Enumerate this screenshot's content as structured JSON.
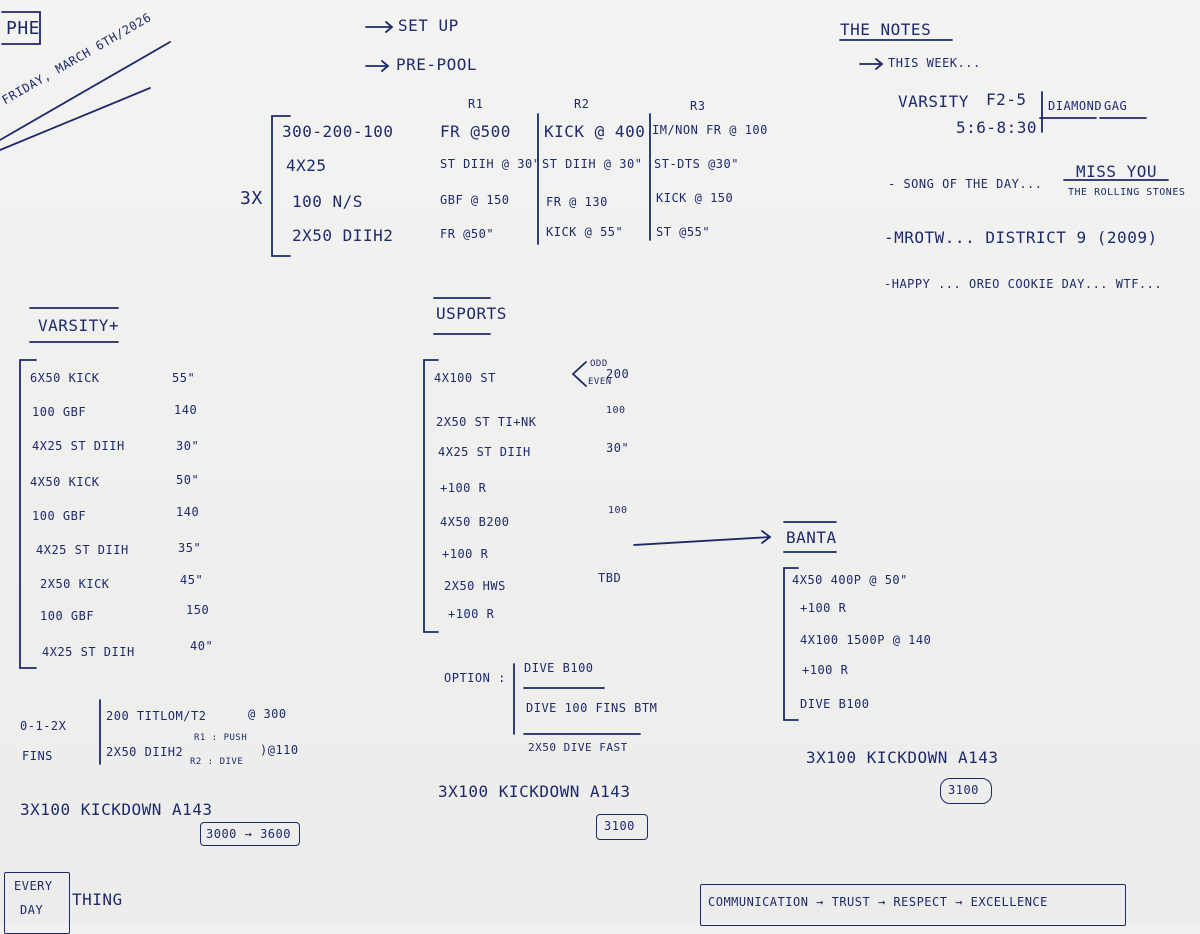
{
  "header": {
    "tag": "PHE",
    "date": "FRIDAY, MARCH 6th/2026",
    "setup": "SET UP",
    "prepool": "PRE-POOL"
  },
  "notes": {
    "title": "THE NOTES",
    "this_week": "THIS WEEK...",
    "varsity_label": "VARSITY",
    "varsity_f": "F2-5",
    "varsity_time": "5:6-8:30",
    "diamond": "DIAMOND",
    "gag": "GAG",
    "song_label": "- SONG OF THE DAY...",
    "song_title": "MISS YOU",
    "song_artist": "THE ROLLING STONES",
    "mrotw": "-MROTW... DISTRICT 9 (2009)",
    "happy": "-HAPPY ... OREO COOKIE DAY... WTF..."
  },
  "warmup": {
    "multiplier": "3x",
    "rounds": [
      "R1",
      "R2",
      "R3"
    ],
    "rows": [
      {
        "item": "300-200-100",
        "r1": "FR @500",
        "r2": "KICK @ 400",
        "r3": "IM/non FR @ 100"
      },
      {
        "item": "4x25",
        "r1": "ST DIIH @ 30\"",
        "r2": "ST DIIH @ 30\"",
        "r3": "ST-DTS @30\""
      },
      {
        "item": "100 N/S",
        "r1": "GBF @ 150",
        "r2": "FR @ 130",
        "r3": "KICK @ 150"
      },
      {
        "item": "2x50 DIIH2",
        "r1": "FR @50\"",
        "r2": "KICK @ 55\"",
        "r3": "ST @55\""
      }
    ]
  },
  "varsity": {
    "title": "VARSITY+",
    "rows": [
      {
        "item": "6x50 KICK",
        "time": "55\""
      },
      {
        "item": "100 GBF",
        "time": "140"
      },
      {
        "item": "4x25 ST DIIH",
        "time": "30\""
      },
      {
        "item": "4x50 KICK",
        "time": "50\""
      },
      {
        "item": "100 GBF",
        "time": "140"
      },
      {
        "item": "4x25 ST DIIH",
        "time": "35\""
      },
      {
        "item": "2x50 KICK",
        "time": "45\""
      },
      {
        "item": "100 GBF",
        "time": "150"
      },
      {
        "item": "4x25 ST DIIH",
        "time": "40\""
      }
    ],
    "rep": "0-1-2x",
    "fins": "FINS",
    "line1": "200 TITLOM/T2",
    "line1_time": "@ 300",
    "line2": "2x50 DIIH2",
    "r1": "R1 : PUSH",
    "r2": "R2 : DIVE",
    "bracket_time": ")@110",
    "kickdown": "3x100 KICKDOWN A143",
    "total": "3000 → 3600"
  },
  "usports": {
    "title": "USPORTS",
    "rows": [
      {
        "item": "4x100 ST",
        "note1": "ODD",
        "note2": "EVEN",
        "time": "200"
      },
      {
        "item": "2x50 ST TI+NK",
        "time": "100"
      },
      {
        "item": "4x25 ST DIIH",
        "time": "30\""
      },
      {
        "item": "+100 R",
        "time": ""
      },
      {
        "item": "4x50 B200",
        "time": "100"
      },
      {
        "item": "+100 R",
        "time": ""
      },
      {
        "item": "2x50 HWS",
        "time": "TBD"
      },
      {
        "item": "+100 R",
        "time": ""
      }
    ],
    "option_label": "OPTION :",
    "options": [
      "DIVE B100",
      "DIVE 100 FINS BTM",
      "2x50 DIVE FAST"
    ],
    "kickdown": "3x100 KICKDOWN A143",
    "total": "3100"
  },
  "banta": {
    "title": "BANTA",
    "rows": [
      "4x50 400P @ 50\"",
      "+100 R",
      "4x100 1500P @ 140",
      "+100 R",
      "DIVE B100"
    ],
    "kickdown": "3x100 KICKDOWN A143",
    "total": "3100"
  },
  "footer": {
    "every": "EVERY",
    "day": "DAY",
    "thing": "THING",
    "motto": "COMMUNICATION → TRUST → RESPECT → EXCELLENCE"
  }
}
